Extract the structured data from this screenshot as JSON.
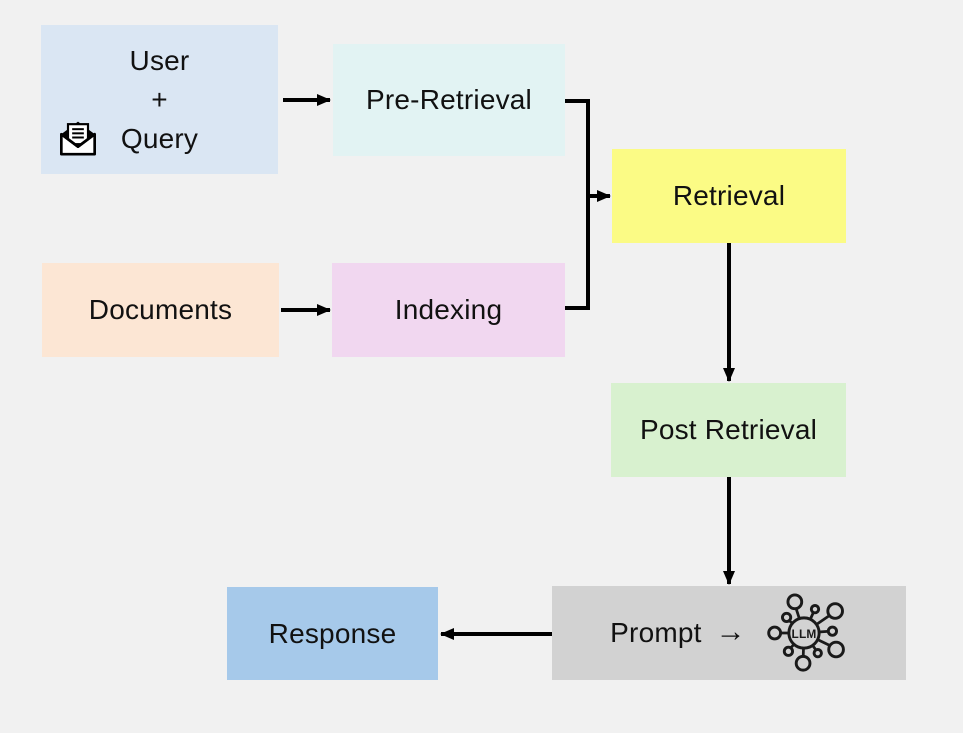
{
  "diagram": {
    "background_color": "#f1f1f1",
    "line_color": "#000000",
    "text_color": "#111111",
    "nodes": {
      "user_query": {
        "line1": "User",
        "line2": "+",
        "line3": "Query",
        "icon": "open-envelope-icon",
        "color": "#dae6f3"
      },
      "pre_retrieval": {
        "label": "Pre-Retrieval",
        "color": "#e2f3f3"
      },
      "retrieval": {
        "label": "Retrieval",
        "color": "#fbfb85"
      },
      "documents": {
        "label": "Documents",
        "color": "#fce6d4"
      },
      "indexing": {
        "label": "Indexing",
        "color": "#f1d7f0"
      },
      "post_retrieval": {
        "label": "Post Retrieval",
        "color": "#d8f1cf"
      },
      "prompt": {
        "label": "Prompt",
        "arrow_glyph": "→",
        "icon": "llm-network-icon",
        "icon_text": "LLM",
        "color": "#d2d2d2"
      },
      "response": {
        "label": "Response",
        "color": "#a6c9ea"
      }
    },
    "edges": [
      {
        "from": "user_query",
        "to": "pre_retrieval"
      },
      {
        "from": "pre_retrieval",
        "to": "retrieval"
      },
      {
        "from": "documents",
        "to": "indexing"
      },
      {
        "from": "indexing",
        "to": "retrieval"
      },
      {
        "from": "retrieval",
        "to": "post_retrieval"
      },
      {
        "from": "post_retrieval",
        "to": "prompt"
      },
      {
        "from": "prompt",
        "to": "response"
      }
    ]
  }
}
